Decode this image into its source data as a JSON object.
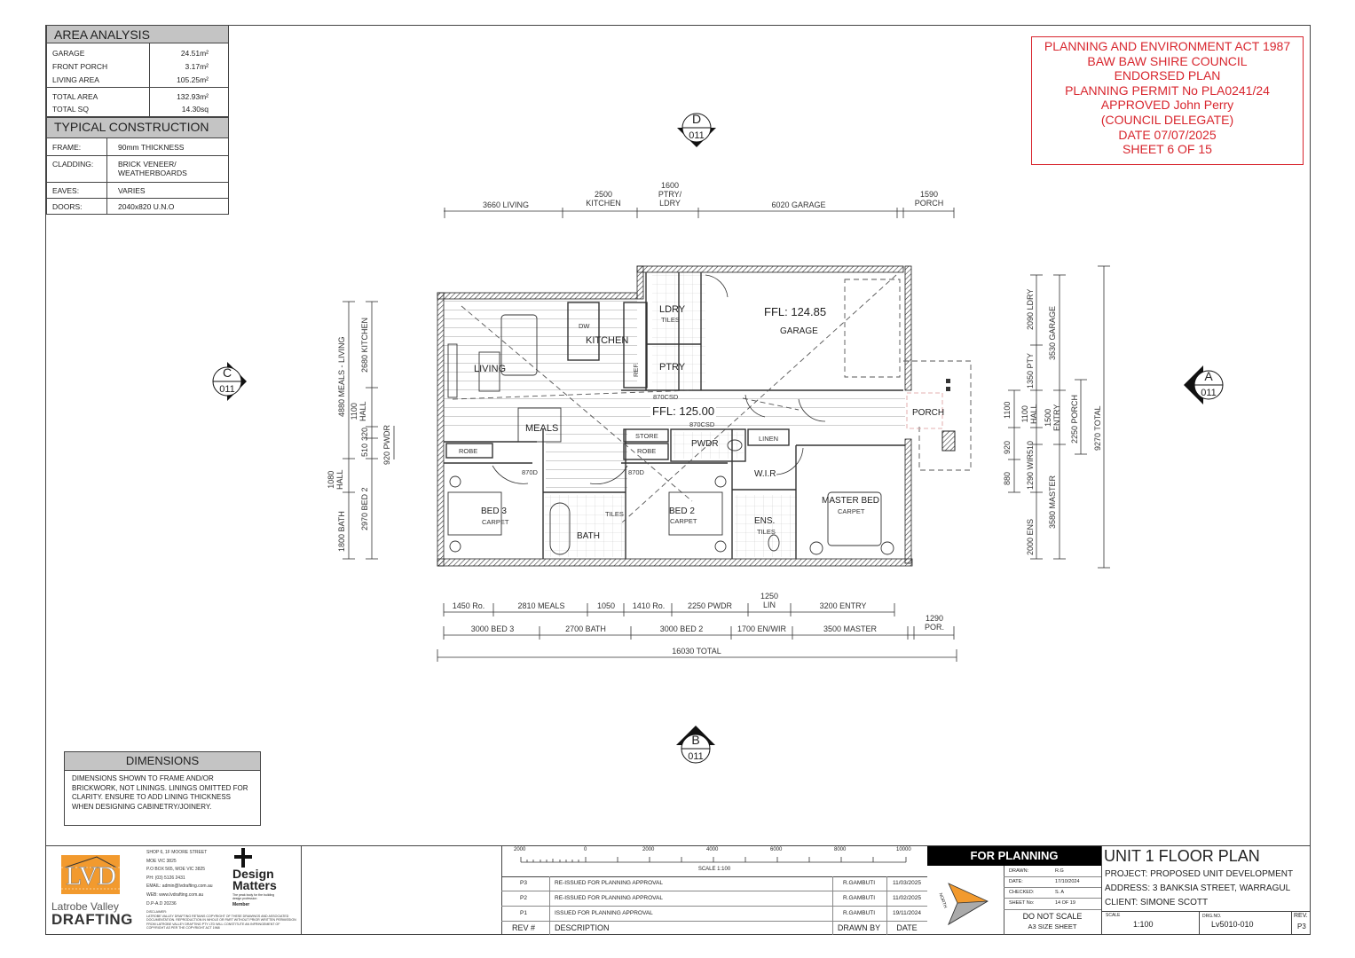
{
  "area_analysis": {
    "title": "AREA ANALYSIS",
    "rows": [
      {
        "label": "GARAGE",
        "value": "24.51m²"
      },
      {
        "label": "FRONT PORCH",
        "value": "3.17m²"
      },
      {
        "label": "LIVING AREA",
        "value": "105.25m²"
      }
    ],
    "totals": [
      {
        "label": "TOTAL AREA",
        "value": "132.93m²"
      },
      {
        "label": "TOTAL SQ",
        "value": "14.30sq"
      }
    ]
  },
  "typical_construction": {
    "title": "TYPICAL CONSTRUCTION",
    "rows": [
      {
        "label": "FRAME:",
        "value": "90mm THICKNESS"
      },
      {
        "label": "CLADDING:",
        "value": "BRICK VENEER/\nWEATHERBOARDS"
      },
      {
        "label": "EAVES:",
        "value": "VARIES"
      },
      {
        "label": "DOORS:",
        "value": "2040x820 U.N.O"
      }
    ]
  },
  "council_stamp": {
    "color": "#d8262e",
    "lines": [
      "PLANNING AND ENVIRONMENT ACT 1987",
      "BAW BAW SHIRE COUNCIL",
      "ENDORSED PLAN",
      "PLANNING PERMIT No PLA0241/24",
      "APPROVED John Perry",
      "(COUNCIL DELEGATE)",
      "DATE 07/07/2025",
      "SHEET 6 OF 15"
    ]
  },
  "section_markers": {
    "top": {
      "letter": "D",
      "sheet": "011"
    },
    "left": {
      "letter": "C",
      "sheet": "011"
    },
    "right": {
      "letter": "A",
      "sheet": "011"
    },
    "bottom": {
      "letter": "B",
      "sheet": "011"
    }
  },
  "dimensions_top": [
    {
      "label": "3660 LIVING"
    },
    {
      "label": "2500\nKITCHEN"
    },
    {
      "label": "1600\nPTRY/\nLDRY"
    },
    {
      "label": "6020 GARAGE"
    },
    {
      "label": "1590\nPORCH"
    }
  ],
  "dimensions_bottom_row1": [
    "1450 Ro.",
    "2810 MEALS",
    "1050",
    "1410 Ro.",
    "2250 PWDR",
    "1250\nLIN",
    "3200 ENTRY"
  ],
  "dimensions_bottom_row2": [
    "3000 BED 3",
    "2700 BATH",
    "3000 BED 2",
    "1700 EN/WIR",
    "3500 MASTER",
    "1290\nPOR."
  ],
  "dimensions_bottom_total": "16030 TOTAL",
  "dimensions_left": {
    "outer": [
      "4880 MEALS - LIVING",
      "1080\nHALL",
      "1800 BATH"
    ],
    "inner": [
      "2680 KITCHEN",
      "1100\nHALL",
      "320",
      "510",
      "2970 BED 2"
    ],
    "pwdr": "920 PWDR"
  },
  "dimensions_right": {
    "col1": [
      "1100",
      "920",
      "880"
    ],
    "col2": [
      "2090 LDRY",
      "1350 PTY",
      "1100\nHALL",
      "510",
      "1290 WIR",
      "2000 ENS"
    ],
    "col3": [
      "3530 GARAGE",
      "1500\nENTRY",
      "3580 MASTER"
    ],
    "col4": "2250 PORCH",
    "total": "9270 TOTAL"
  },
  "rooms": {
    "living": "LIVING",
    "kitchen": "KITCHEN",
    "dw": "DW",
    "ref": "REF.",
    "meals": "MEALS",
    "ldry": "LDRY",
    "ldry_tiles": "TILES",
    "ptry": "PTRY",
    "garage_ffl": "FFL: 124.85",
    "garage": "GARAGE",
    "main_ffl": "FFL: 125.00",
    "porch": "PORCH",
    "store": "STORE",
    "robe1": "ROBE",
    "robe2": "ROBE",
    "pwdr": "PWDR",
    "linen": "LINEN",
    "wir": "W.I.R",
    "bed3": "BED 3",
    "bed3_floor": "CARPET",
    "bath": "BATH",
    "bath_tiles": "TILES",
    "bed2": "BED 2",
    "bed2_floor": "CARPET",
    "ens": "ENS.",
    "ens_tiles": "TILES",
    "master": "MASTER BED",
    "master_floor": "CARPET"
  },
  "door_labels": {
    "d870csd_1": "870CSD",
    "d870csd_2": "870CSD",
    "d870d": "870D"
  },
  "dimensions_note": {
    "title": "DIMENSIONS",
    "text": "DIMENSIONS SHOWN TO FRAME AND/OR BRICKWORK, NOT LININGS. LININGS OMITTED FOR CLARITY. ENSURE TO ADD LINING THICKNESS WHEN DESIGNING CABINETRY/JOINERY."
  },
  "company": {
    "logo_text": "LVD",
    "name_line1": "Latrobe Valley",
    "name_line2": "DRAFTING",
    "logo_color": "#f29a2e",
    "address": [
      "SHOP 6, 1F MOORE STREET",
      "MOE VIC 3825",
      "P.O BOX 565, MOE VIC 3825",
      "PH: (03) 5126 2431",
      "EMAIL: admin@lvdrafting.com.au",
      "WEB: www.lvdrafting.com.au",
      "D.P-A.D 20236"
    ],
    "disclaimer_title": "DISCLAIMER:",
    "disclaimer": "LATROBE VALLEY DRAFTING RETAINS COPYRIGHT OF THESE DRAWINGS AND ASSOCIATED DOCUMENTATION. REPRODUCTION IN WHOLE OR PART WITHOUT PRIOR WRITTEN PERMISSION FROM LATROBE VALLEY DRAFTING PTY LTD WILL CONSTITUTE AN INFRINGEMENT OF COPYRIGHT AS PER THE COPYRIGHT ACT 1968",
    "membership_line1": "Design",
    "membership_line2": "Matters",
    "membership_tag": "The peak body for the building design profession",
    "membership_label": "Member"
  },
  "scale_bar": {
    "ticks": [
      "2000",
      "0",
      "2000",
      "4000",
      "6000",
      "8000",
      "10000"
    ],
    "label": "SCALE 1:100"
  },
  "revisions": {
    "headers": {
      "rev": "REV #",
      "description": "DESCRIPTION",
      "drawn_by": "DRAWN BY",
      "date": "DATE"
    },
    "rows": [
      {
        "rev": "P3",
        "description": "RE-ISSUED FOR PLANNING APPROVAL",
        "drawn_by": "R.GAMBUTI",
        "date": "11/03/2025"
      },
      {
        "rev": "P2",
        "description": "RE-ISSUED FOR PLANNING APPROVAL",
        "drawn_by": "R.GAMBUTI",
        "date": "11/02/2025"
      },
      {
        "rev": "P1",
        "description": "ISSUED FOR PLANNING APPROVAL",
        "drawn_by": "R.GAMBUTI",
        "date": "19/11/2024"
      }
    ]
  },
  "status": {
    "banner": "FOR PLANNING",
    "north_label": "NORTH",
    "north_color": "#f29a2e",
    "drawn_label": "DRAWN:",
    "drawn_value": "R.G",
    "date_label": "DATE:",
    "date_value": "17/10/2024",
    "checked_label": "CHECKED:",
    "checked_value": "S. A",
    "sheet_label": "SHEET No:",
    "sheet_value": "14 OF 19",
    "do_not_scale": "DO NOT SCALE",
    "sheet_size": "A3 SIZE SHEET"
  },
  "drawing": {
    "title": "UNIT 1 FLOOR PLAN",
    "project": "PROJECT: PROPOSED UNIT DEVELOPMENT",
    "address": "ADDRESS: 3 BANKSIA STREET, WARRAGUL",
    "client": "CLIENT: SIMONE SCOTT",
    "scale_label": "SCALE",
    "scale_value": "1:100",
    "drg_label": "DRG.NO.",
    "drg_value": "Lv5010-010",
    "rev_label": "REV.",
    "rev_value": "P3"
  }
}
